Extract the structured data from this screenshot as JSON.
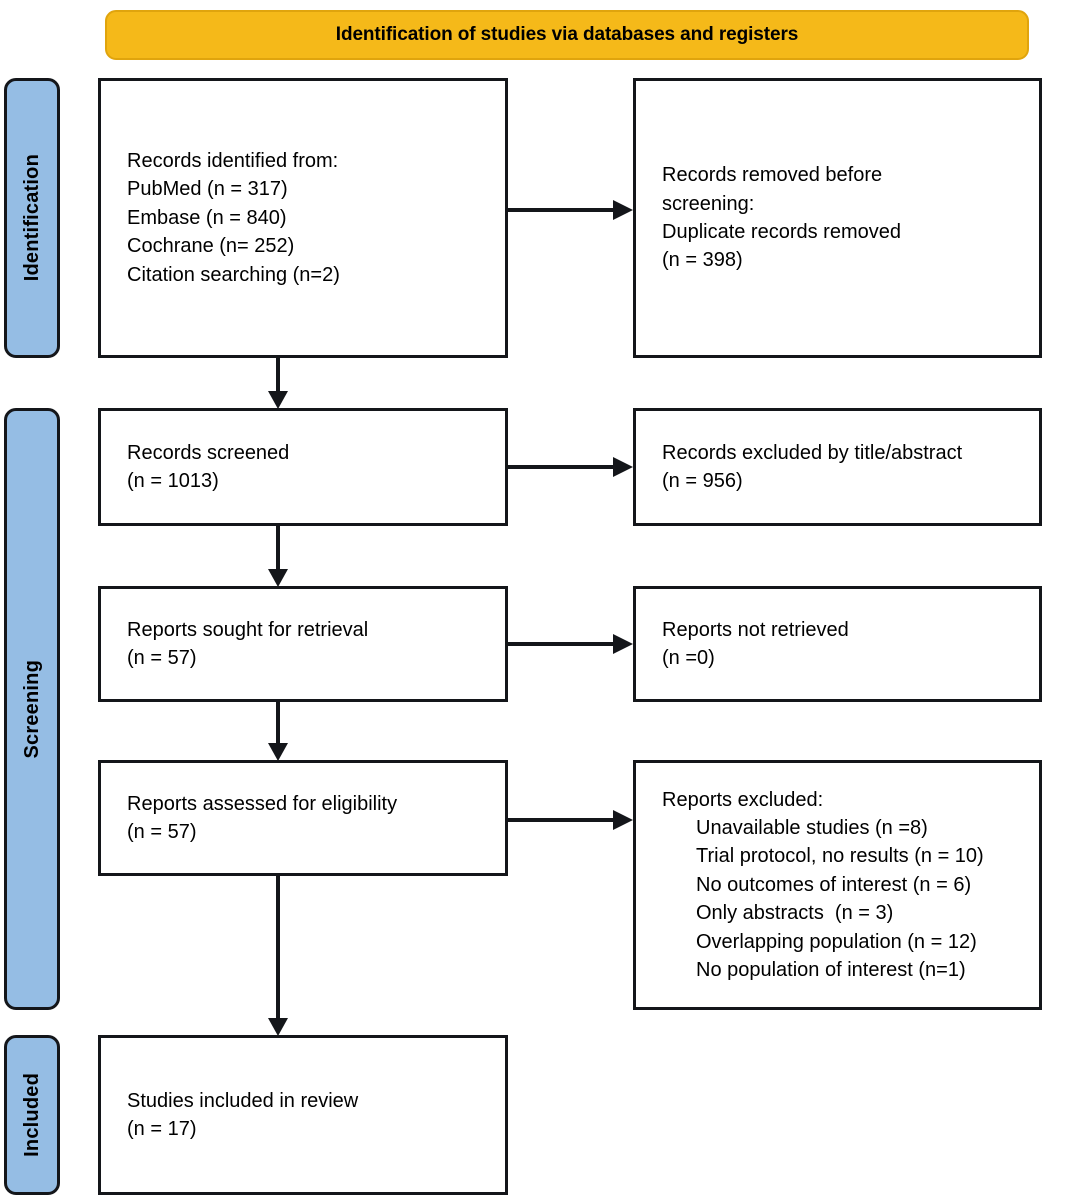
{
  "banner": {
    "title": "Identification of studies via databases and registers",
    "color": "#F5B919"
  },
  "stages": [
    {
      "id": "identification",
      "label": "Identification"
    },
    {
      "id": "screening",
      "label": "Screening"
    },
    {
      "id": "included",
      "label": "Included"
    }
  ],
  "stage_color": "#95BDE4",
  "boxes": {
    "identified": {
      "name": "records-identified",
      "lines": "Records identified from:\nPubMed (n = 317)\nEmbase (n = 840)\nCochrane (n= 252)\nCitation searching (n=2)"
    },
    "removed": {
      "name": "records-removed-before-screening",
      "lines": "Records removed before\nscreening:\nDuplicate records removed\n(n = 398)"
    },
    "screened": {
      "name": "records-screened",
      "lines": "Records screened\n(n = 1013)"
    },
    "excluded_title_abstract": {
      "name": "records-excluded-title-abstract",
      "lines": "Records excluded by title/abstract\n(n = 956)"
    },
    "sought": {
      "name": "reports-sought-for-retrieval",
      "lines": "Reports sought for retrieval\n(n = 57)"
    },
    "not_retrieved": {
      "name": "reports-not-retrieved",
      "lines": "Reports not retrieved\n(n =0)"
    },
    "assessed": {
      "name": "reports-assessed-for-eligibility",
      "lines": "Reports assessed for eligibility\n(n = 57)"
    },
    "excluded": {
      "name": "reports-excluded",
      "heading": "Reports excluded:",
      "items": [
        "Unavailable studies (n =8)",
        "Trial protocol, no results (n = 10)",
        "No outcomes of interest (n = 6)",
        "Only abstracts  (n = 3)",
        "Overlapping population (n = 12)",
        "No population of interest (n=1)"
      ]
    },
    "included": {
      "name": "studies-included-in-review",
      "lines": "Studies included in review\n(n = 17)"
    }
  },
  "chart_data": {
    "type": "diagram",
    "title": "Identification of studies via databases and registers",
    "nodes": [
      {
        "id": "identified",
        "stage": "Identification",
        "column": "left",
        "counts": {
          "PubMed": 317,
          "Embase": 840,
          "Cochrane": 252,
          "Citation searching": 2
        }
      },
      {
        "id": "removed",
        "stage": "Identification",
        "column": "right",
        "counts": {
          "Duplicate records removed": 398
        }
      },
      {
        "id": "screened",
        "stage": "Screening",
        "column": "left",
        "counts": {
          "Records screened": 1013
        }
      },
      {
        "id": "excluded_title_abstract",
        "stage": "Screening",
        "column": "right",
        "counts": {
          "Records excluded by title/abstract": 956
        }
      },
      {
        "id": "sought",
        "stage": "Screening",
        "column": "left",
        "counts": {
          "Reports sought for retrieval": 57
        }
      },
      {
        "id": "not_retrieved",
        "stage": "Screening",
        "column": "right",
        "counts": {
          "Reports not retrieved": 0
        }
      },
      {
        "id": "assessed",
        "stage": "Screening",
        "column": "left",
        "counts": {
          "Reports assessed for eligibility": 57
        }
      },
      {
        "id": "excluded",
        "stage": "Screening",
        "column": "right",
        "counts": {
          "Unavailable studies": 8,
          "Trial protocol, no results": 10,
          "No outcomes of interest": 6,
          "Only abstracts": 3,
          "Overlapping population": 12,
          "No population of interest": 1
        }
      },
      {
        "id": "included",
        "stage": "Included",
        "column": "left",
        "counts": {
          "Studies included in review": 17
        }
      }
    ],
    "edges": [
      {
        "from": "identified",
        "to": "removed",
        "direction": "right"
      },
      {
        "from": "identified",
        "to": "screened",
        "direction": "down"
      },
      {
        "from": "screened",
        "to": "excluded_title_abstract",
        "direction": "right"
      },
      {
        "from": "screened",
        "to": "sought",
        "direction": "down"
      },
      {
        "from": "sought",
        "to": "not_retrieved",
        "direction": "right"
      },
      {
        "from": "sought",
        "to": "assessed",
        "direction": "down"
      },
      {
        "from": "assessed",
        "to": "excluded",
        "direction": "right"
      },
      {
        "from": "assessed",
        "to": "included",
        "direction": "down"
      }
    ]
  }
}
